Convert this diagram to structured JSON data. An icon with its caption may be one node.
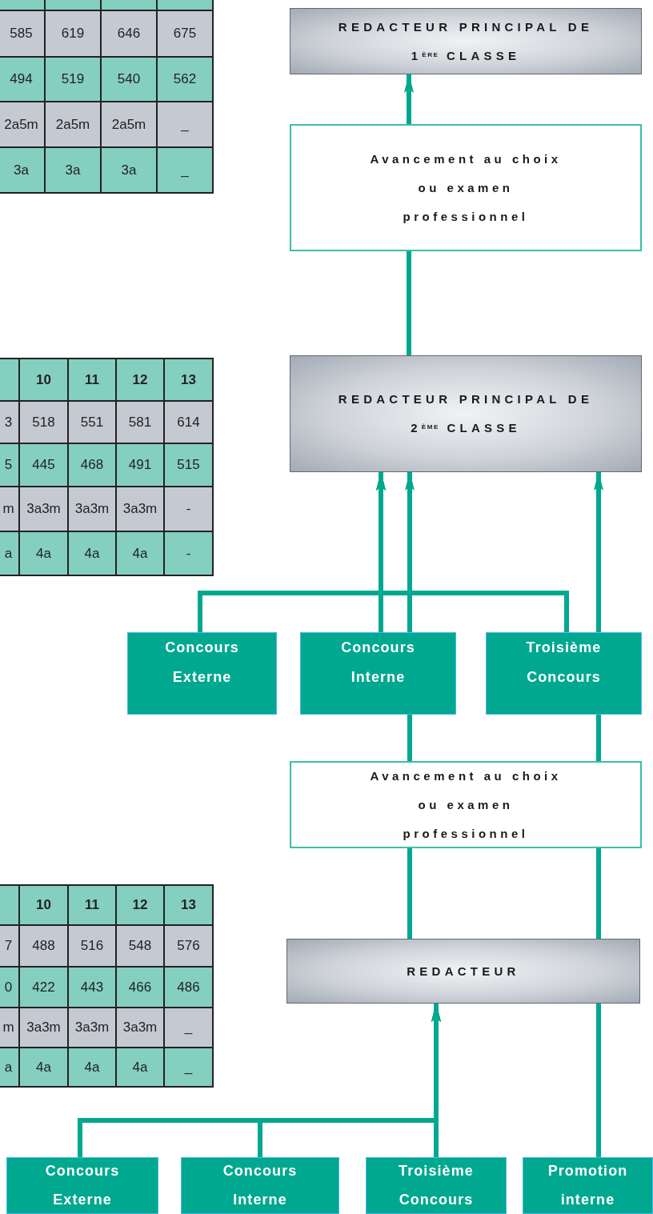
{
  "diagram": {
    "nodes": [
      {
        "text": [
          "REDACTEUR PRINCIPAL DE 1$^{ÈRE}$ CLASSE"
        ]
      },
      {
        "text": [
          "Avancement au choix ou examen professionnel"
        ]
      },
      {
        "text": [
          "REDACTEUR PRINCIPAL DE 2$^{ÈME}$ CLASSE"
        ]
      },
      {
        "text": [
          "Concours Externe"
        ]
      },
      {
        "text": [
          "Concours Interne"
        ]
      },
      {
        "text": [
          "Troisième Concours"
        ]
      },
      {
        "text": [
          "Avancement au choix ou examen professionnel"
        ]
      },
      {
        "text": [
          "REDACTEUR"
        ]
      },
      {
        "text": [
          "Concours Externe"
        ]
      },
      {
        "text": [
          "Concours Interne"
        ]
      },
      {
        "text": [
          "Troisième Concours"
        ]
      },
      {
        "text": [
          "Promotion interne"
        ]
      }
    ],
    "edges": [
      {
        "from": 1,
        "to": 0,
        "arrow": "to"
      },
      {
        "from": 2,
        "to": 1,
        "arrow": "none"
      },
      {
        "from": 3,
        "to": 2,
        "arrow": "to"
      },
      {
        "from": 4,
        "to": 2,
        "arrow": "to"
      },
      {
        "from": 5,
        "to": 2,
        "arrow": "to"
      },
      {
        "from": 4,
        "to": 2,
        "arrow": "to"
      },
      {
        "from": 5,
        "to": 2,
        "arrow": "to"
      },
      {
        "from": 6,
        "to": 4,
        "arrow": "none"
      },
      {
        "from": 6,
        "to": 5,
        "arrow": "none"
      },
      {
        "from": 7,
        "to": 6,
        "arrow": "none"
      },
      {
        "from": 7,
        "to": 6,
        "arrow": "none"
      },
      {
        "from": 8,
        "to": 7,
        "arrow": "to"
      },
      {
        "from": 9,
        "to": 7,
        "arrow": "to"
      },
      {
        "from": 10,
        "to": 7,
        "arrow": "to"
      },
      {
        "from": 11,
        "to": 7,
        "arrow": "none"
      }
    ],
    "labels": [
      "585",
      "619",
      "646",
      "675",
      "494",
      "519",
      "540",
      "562",
      "2a5m",
      "2a5m",
      "2a5m",
      "_",
      "3a",
      "3a",
      "3a",
      "_",
      "10",
      "11",
      "12",
      "13",
      "3",
      "518",
      "551",
      "581",
      "614",
      "5",
      "445",
      "468",
      "491",
      "515",
      "m",
      "3a3m",
      "3a3m",
      "3a3m",
      "-",
      "a",
      "4a",
      "4a",
      "4a",
      "-",
      "10",
      "11",
      "12",
      "13",
      "7",
      "488",
      "516",
      "548",
      "576",
      "0",
      "422",
      "443",
      "466",
      "486",
      "m",
      "3a3m",
      "3a3m",
      "3a3m",
      "_",
      "a",
      "4a",
      "4a",
      "4a",
      "_"
    ]
  }
}
